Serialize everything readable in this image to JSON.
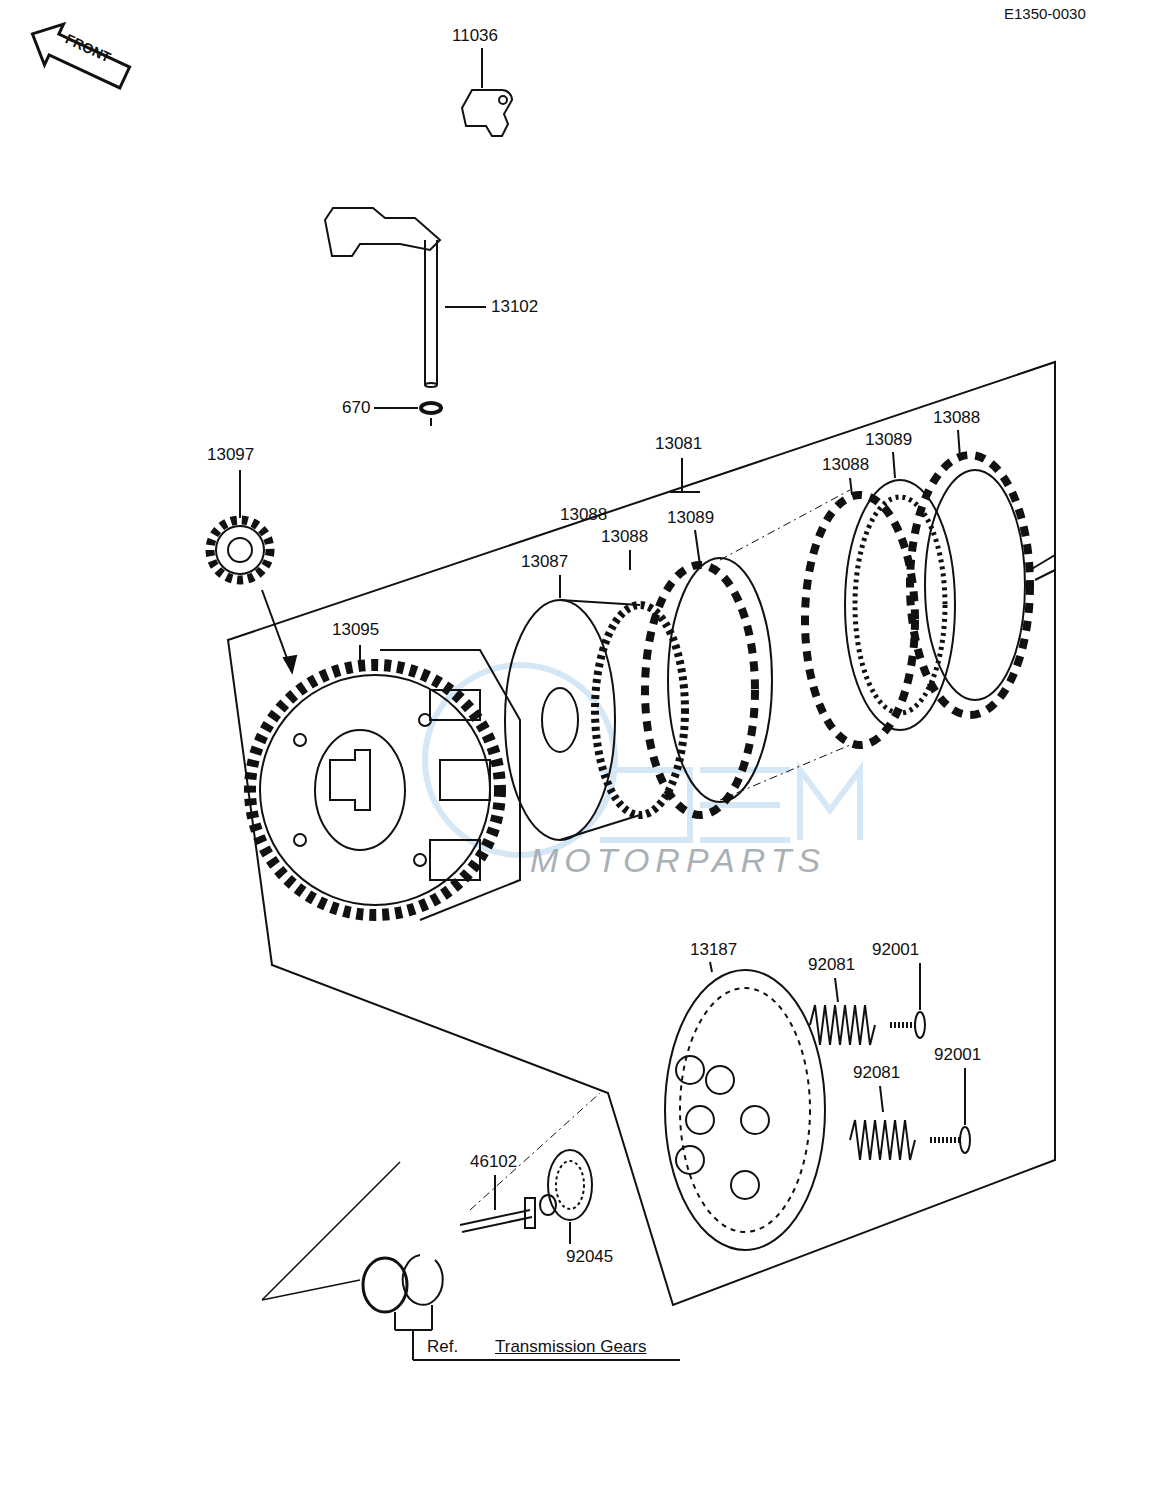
{
  "diagram": {
    "labels": [
      "E1350-0030",
      "FRONT",
      "11036",
      "13102",
      "670",
      "13097",
      "13081",
      "13089",
      "13088",
      "13088",
      "13089",
      "13088",
      "13087",
      "13088",
      "13095",
      "13187",
      "92081",
      "92001",
      "92081",
      "92001",
      "46102",
      "92045",
      "Ref.",
      "Transmission Gears",
      "MOTORPARTS"
    ]
  }
}
